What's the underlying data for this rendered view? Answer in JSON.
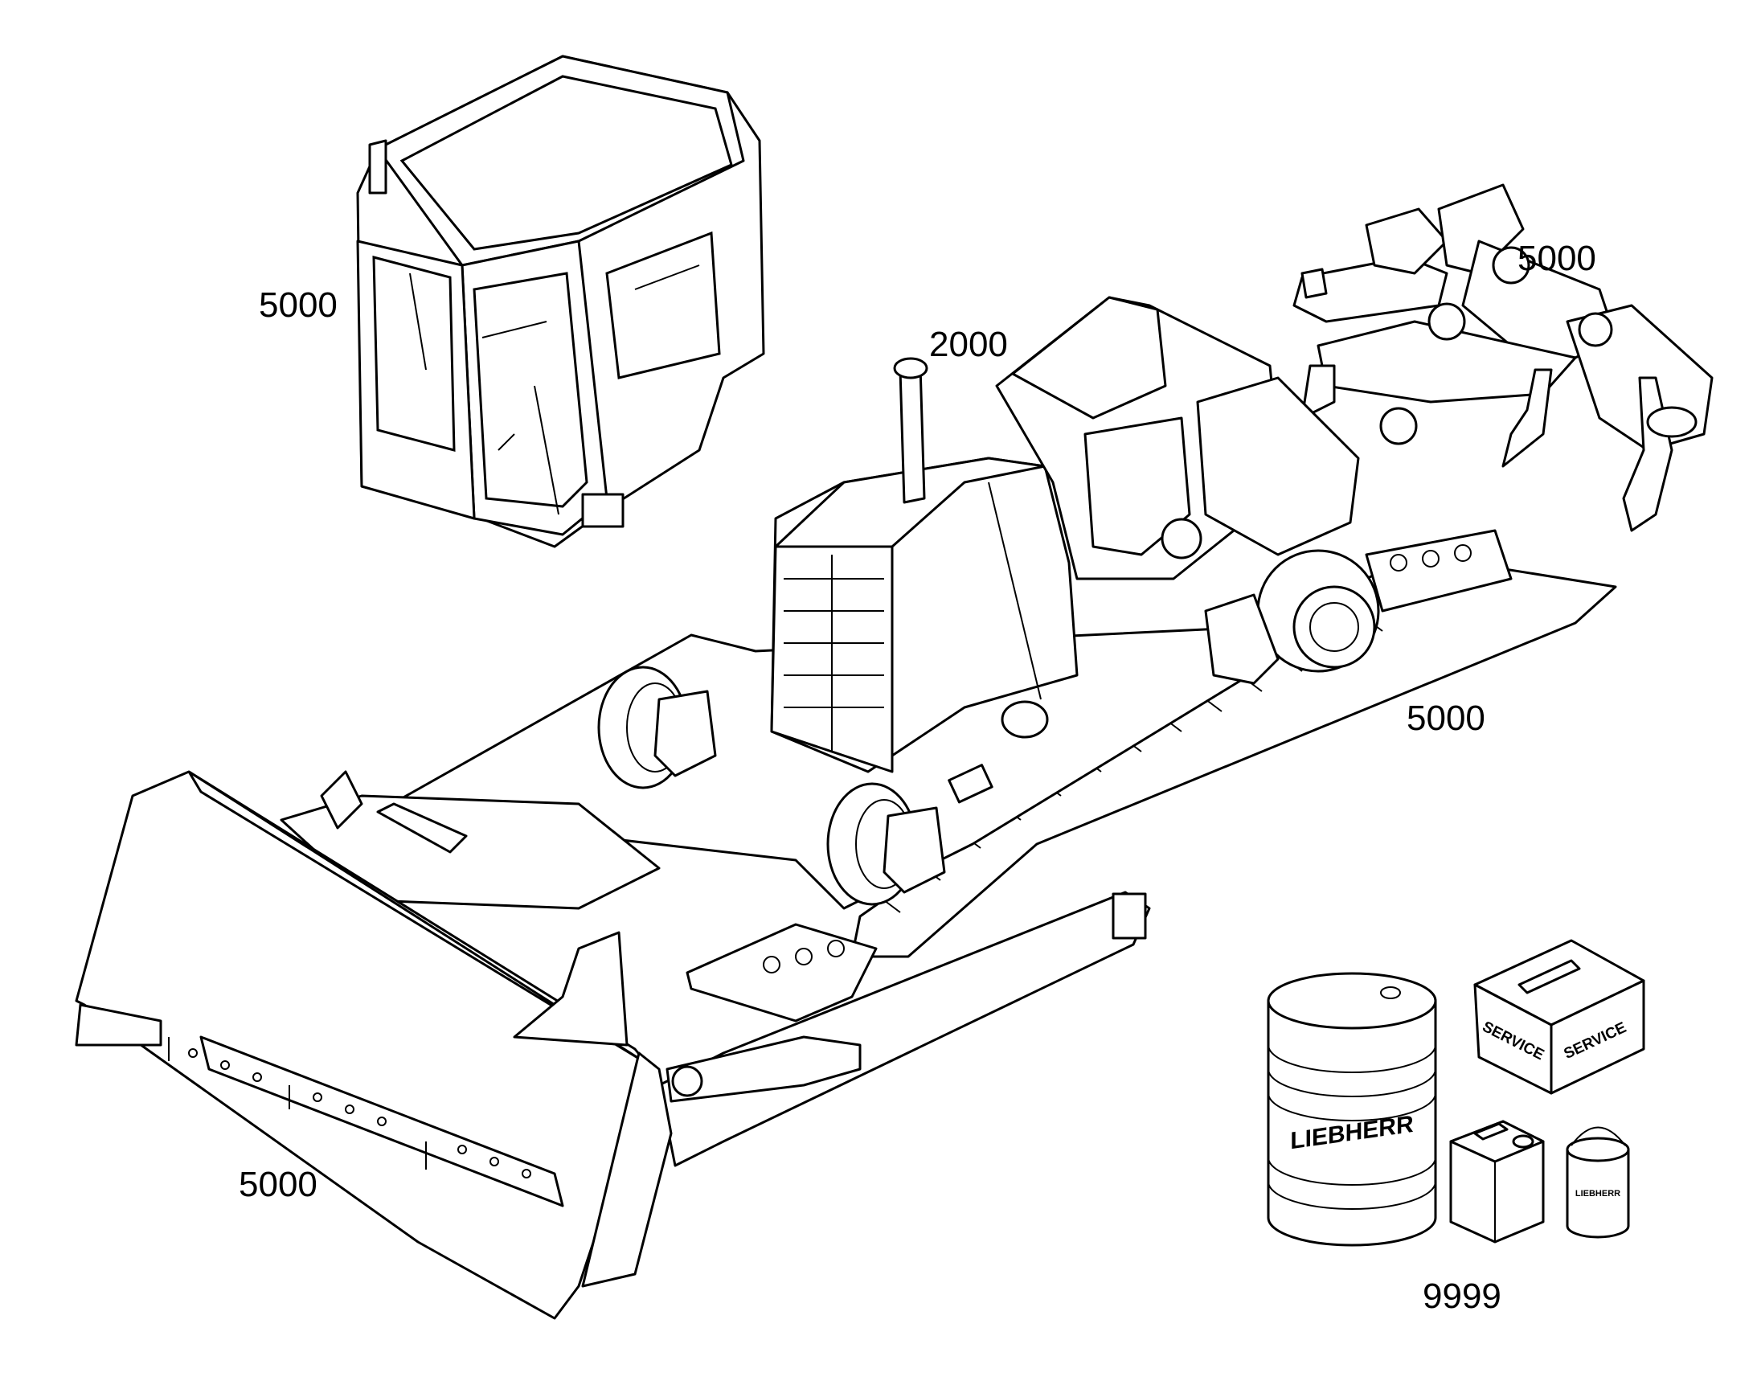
{
  "diagram": {
    "callouts": [
      {
        "id": "cab",
        "label": "5000"
      },
      {
        "id": "engine",
        "label": "2000"
      },
      {
        "id": "ripper",
        "label": "5000"
      },
      {
        "id": "track",
        "label": "5000"
      },
      {
        "id": "blade",
        "label": "5000"
      },
      {
        "id": "service",
        "label": "9999"
      }
    ],
    "brand_labels": {
      "drum": "LIEBHERR",
      "can": "LIEBHERR",
      "box_left": "SERVICE",
      "box_right": "SERVICE"
    },
    "colors": {
      "line": "#000000",
      "background": "#ffffff"
    }
  }
}
